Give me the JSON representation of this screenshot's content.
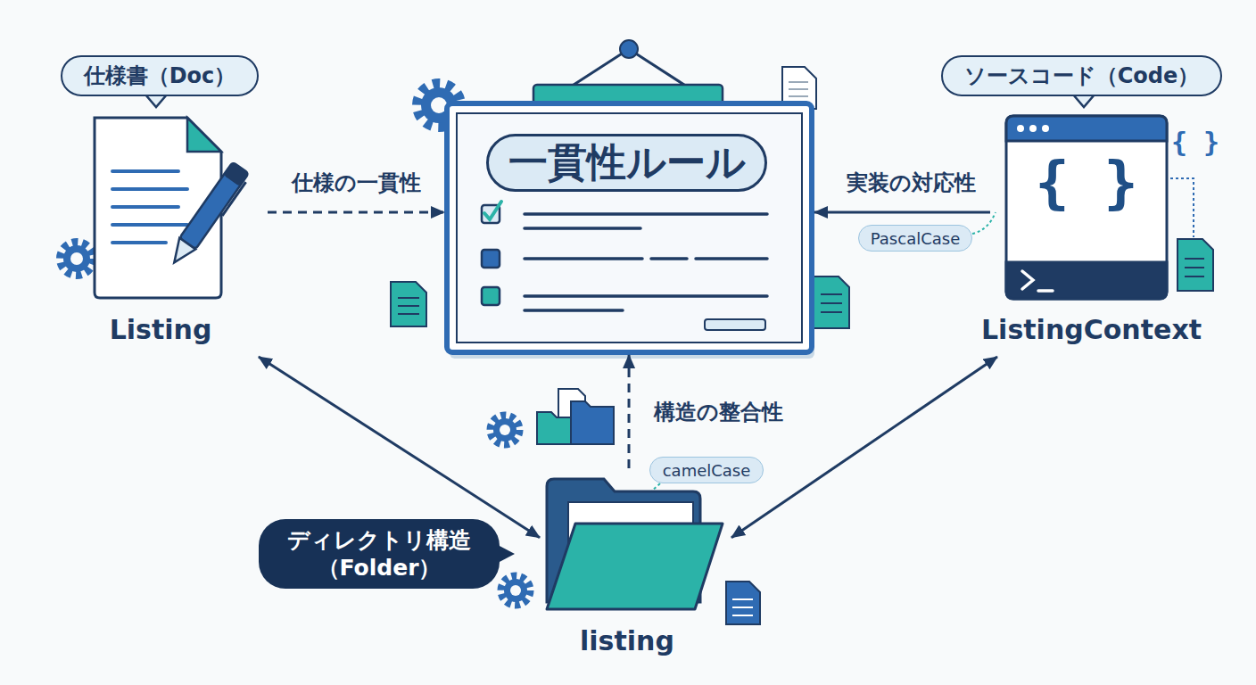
{
  "diagram": {
    "nodes": [
      {
        "text": [
          "仕様書（Doc）",
          "Listing"
        ]
      },
      {
        "text": [
          "一貫性ルール"
        ]
      },
      {
        "text": [
          "ソースコード（Code）",
          "ListingContext"
        ]
      },
      {
        "text": [
          "ディレクトリ構造 （Folder）",
          "listing"
        ]
      }
    ],
    "edges": [
      {
        "from": 0,
        "to": 1,
        "label": "仕様の一貫性",
        "arrow": "to"
      },
      {
        "from": 2,
        "to": 1,
        "label": "実装の対応性",
        "arrow": "to"
      },
      {
        "from": 3,
        "to": 1,
        "label": "構造の整合性",
        "arrow": "to"
      },
      {
        "from": 0,
        "to": 3,
        "arrow": "both"
      },
      {
        "from": 2,
        "to": 3,
        "arrow": "both"
      }
    ],
    "labels": [
      "PascalCase",
      "camelCase",
      "{ }",
      "{ }"
    ]
  }
}
